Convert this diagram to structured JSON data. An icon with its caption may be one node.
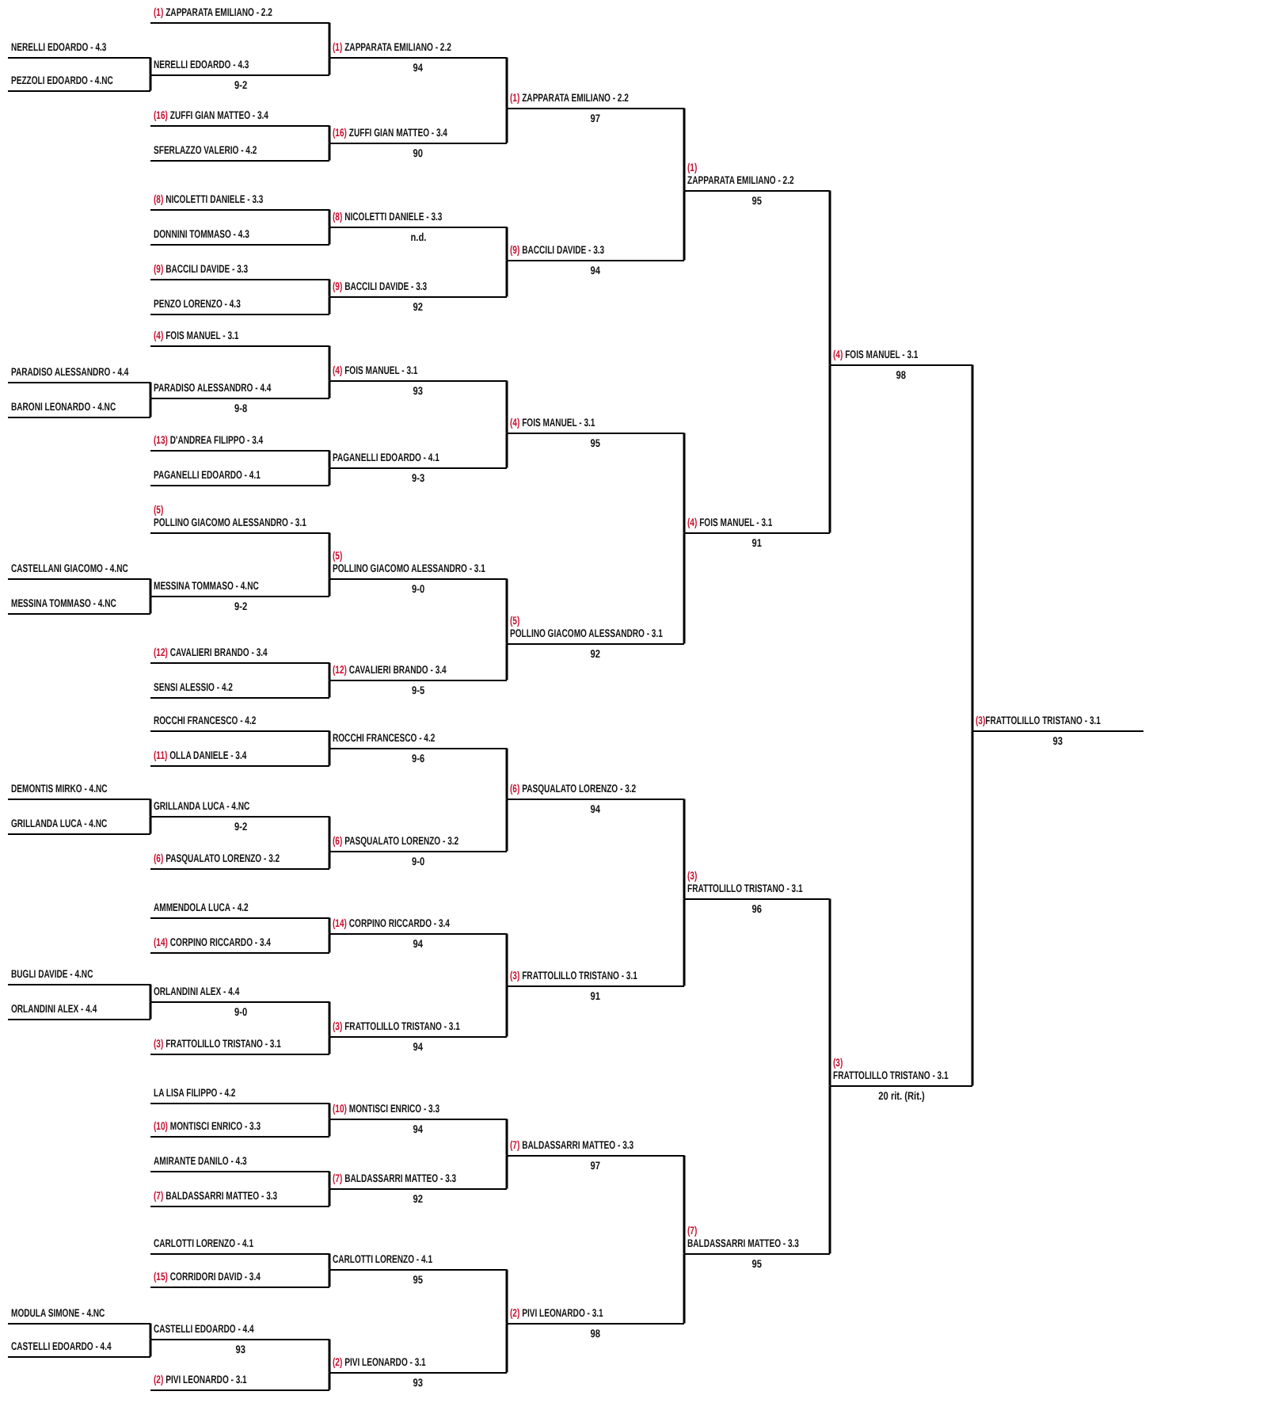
{
  "diagram": {
    "nodes": [
      {
        "text": [
          "NERELLI EDOARDO - 4.3"
        ]
      },
      {
        "text": [
          "PEZZOLI EDOARDO - 4.NC"
        ]
      },
      {
        "text": [
          "PARADISO ALESSANDRO - 4.4"
        ]
      },
      {
        "text": [
          "BARONI LEONARDO - 4.NC"
        ]
      },
      {
        "text": [
          "CASTELLANI GIACOMO - 4.NC"
        ]
      },
      {
        "text": [
          "MESSINA TOMMASO - 4.NC"
        ]
      },
      {
        "text": [
          "DEMONTIS MIRKO - 4.NC"
        ]
      },
      {
        "text": [
          "GRILLANDA LUCA - 4.NC"
        ]
      },
      {
        "text": [
          "BUGLI DAVIDE - 4.NC"
        ]
      },
      {
        "text": [
          "ORLANDINI ALEX - 4.4"
        ]
      },
      {
        "text": [
          "MODULA SIMONE - 4.NC"
        ]
      },
      {
        "text": [
          "CASTELLI EDOARDO - 4.4"
        ]
      },
      {
        "text": [
          "(1)",
          "ZAPPARATA EMILIANO - 2.2"
        ]
      },
      {
        "text": [
          "NERELLI EDOARDO - 4.3"
        ],
        "beside": [
          "9-2"
        ]
      },
      {
        "text": [
          "(16)",
          "ZUFFI GIAN MATTEO - 3.4"
        ]
      },
      {
        "text": [
          "SFERLAZZO VALERIO - 4.2"
        ]
      },
      {
        "text": [
          "(8)",
          "NICOLETTI DANIELE - 3.3"
        ]
      },
      {
        "text": [
          "DONNINI TOMMASO - 4.3"
        ]
      },
      {
        "text": [
          "(9)",
          "BACCILI DAVIDE - 3.3"
        ]
      },
      {
        "text": [
          "PENZO LORENZO - 4.3"
        ]
      },
      {
        "text": [
          "(4)",
          "FOIS MANUEL - 3.1"
        ]
      },
      {
        "text": [
          "PARADISO ALESSANDRO - 4.4"
        ],
        "beside": [
          "9-8"
        ]
      },
      {
        "text": [
          "(13)",
          "D'ANDREA FILIPPO - 3.4"
        ]
      },
      {
        "text": [
          "PAGANELLI EDOARDO - 4.1"
        ]
      },
      {
        "text": [
          "(5)",
          "POLLINO GIACOMO ALESSANDRO - 3.1"
        ]
      },
      {
        "text": [
          "MESSINA TOMMASO - 4.NC"
        ],
        "beside": [
          "9-2"
        ]
      },
      {
        "text": [
          "(12)",
          "CAVALIERI BRANDO - 3.4"
        ]
      },
      {
        "text": [
          "SENSI ALESSIO - 4.2"
        ]
      },
      {
        "text": [
          "ROCCHI FRANCESCO - 4.2"
        ]
      },
      {
        "text": [
          "(11)",
          "OLLA DANIELE - 3.4"
        ]
      },
      {
        "text": [
          "GRILLANDA LUCA - 4.NC"
        ],
        "beside": [
          "9-2"
        ]
      },
      {
        "text": [
          "(6)",
          "PASQUALATO LORENZO - 3.2"
        ]
      },
      {
        "text": [
          "AMMENDOLA LUCA - 4.2"
        ]
      },
      {
        "text": [
          "(14)",
          "CORPINO RICCARDO - 3.4"
        ]
      },
      {
        "text": [
          "ORLANDINI ALEX - 4.4"
        ],
        "beside": [
          "9-0"
        ]
      },
      {
        "text": [
          "(3)",
          "FRATTOLILLO TRISTANO - 3.1"
        ]
      },
      {
        "text": [
          "LA LISA FILIPPO - 4.2"
        ]
      },
      {
        "text": [
          "(10)",
          "MONTISCI ENRICO - 3.3"
        ]
      },
      {
        "text": [
          "AMIRANTE DANILO - 4.3"
        ]
      },
      {
        "text": [
          "(7)",
          "BALDASSARRI MATTEO - 3.3"
        ]
      },
      {
        "text": [
          "CARLOTTI LORENZO - 4.1"
        ]
      },
      {
        "text": [
          "(15)",
          "CORRIDORI DAVID - 3.4"
        ]
      },
      {
        "text": [
          "CASTELLI EDOARDO - 4.4"
        ],
        "beside": [
          "93"
        ]
      },
      {
        "text": [
          "(2)",
          "PIVI LEONARDO - 3.1"
        ]
      },
      {
        "text": [
          "(1)",
          "ZAPPARATA EMILIANO - 2.2"
        ],
        "beside": [
          "94"
        ]
      },
      {
        "text": [
          "(16)",
          "ZUFFI GIAN MATTEO - 3.4"
        ],
        "beside": [
          "90"
        ]
      },
      {
        "text": [
          "(8)",
          "NICOLETTI DANIELE - 3.3"
        ],
        "beside": [
          "n.d."
        ]
      },
      {
        "text": [
          "(9)",
          "BACCILI DAVIDE - 3.3"
        ],
        "beside": [
          "92"
        ]
      },
      {
        "text": [
          "(4)",
          "FOIS MANUEL - 3.1"
        ],
        "beside": [
          "93"
        ]
      },
      {
        "text": [
          "PAGANELLI EDOARDO - 4.1"
        ],
        "beside": [
          "9-3"
        ]
      },
      {
        "text": [
          "(5)",
          "POLLINO GIACOMO ALESSANDRO - 3.1"
        ],
        "beside": [
          "9-0"
        ]
      },
      {
        "text": [
          "(12)",
          "CAVALIERI BRANDO - 3.4"
        ],
        "beside": [
          "9-5"
        ]
      },
      {
        "text": [
          "ROCCHI FRANCESCO - 4.2"
        ],
        "beside": [
          "9-6"
        ]
      },
      {
        "text": [
          "(6)",
          "PASQUALATO LORENZO - 3.2"
        ],
        "beside": [
          "9-0"
        ]
      },
      {
        "text": [
          "(14)",
          "CORPINO RICCARDO - 3.4"
        ],
        "beside": [
          "94"
        ]
      },
      {
        "text": [
          "(3)",
          "FRATTOLILLO TRISTANO - 3.1"
        ],
        "beside": [
          "94"
        ]
      },
      {
        "text": [
          "(10)",
          "MONTISCI ENRICO - 3.3"
        ],
        "beside": [
          "94"
        ]
      },
      {
        "text": [
          "(7)",
          "BALDASSARRI MATTEO - 3.3"
        ],
        "beside": [
          "92"
        ]
      },
      {
        "text": [
          "CARLOTTI LORENZO - 4.1"
        ],
        "beside": [
          "95"
        ]
      },
      {
        "text": [
          "(2)",
          "PIVI LEONARDO - 3.1"
        ],
        "beside": [
          "93"
        ]
      },
      {
        "text": [
          "(1)",
          "ZAPPARATA EMILIANO - 2.2"
        ],
        "beside": [
          "97"
        ]
      },
      {
        "text": [
          "(9)",
          "BACCILI DAVIDE - 3.3"
        ],
        "beside": [
          "94"
        ]
      },
      {
        "text": [
          "(4)",
          "FOIS MANUEL - 3.1"
        ],
        "beside": [
          "95"
        ]
      },
      {
        "text": [
          "(5)",
          "POLLINO GIACOMO ALESSANDRO - 3.1"
        ],
        "beside": [
          "92"
        ]
      },
      {
        "text": [
          "(6)",
          "PASQUALATO LORENZO - 3.2"
        ],
        "beside": [
          "94"
        ]
      },
      {
        "text": [
          "(3)",
          "FRATTOLILLO TRISTANO - 3.1"
        ],
        "beside": [
          "91"
        ]
      },
      {
        "text": [
          "(7)",
          "BALDASSARRI MATTEO - 3.3"
        ],
        "beside": [
          "97"
        ]
      },
      {
        "text": [
          "(2)",
          "PIVI LEONARDO - 3.1"
        ],
        "beside": [
          "98"
        ]
      },
      {
        "text": [
          "(1)",
          "ZAPPARATA EMILIANO - 2.2"
        ],
        "beside": [
          "95"
        ]
      },
      {
        "text": [
          "(4)",
          "FOIS MANUEL - 3.1"
        ],
        "beside": [
          "91"
        ]
      },
      {
        "text": [
          "(3)",
          "FRATTOLILLO TRISTANO - 3.1"
        ],
        "beside": [
          "96"
        ]
      },
      {
        "text": [
          "(7)",
          "BALDASSARRI MATTEO - 3.3"
        ],
        "beside": [
          "95"
        ]
      },
      {
        "text": [
          "(4)",
          "FOIS MANUEL - 3.1"
        ],
        "beside": [
          "98"
        ]
      },
      {
        "text": [
          "(3)",
          "FRATTOLILLO TRISTANO - 3.1"
        ],
        "beside": [
          "20 rit. (Rit.)"
        ]
      },
      {
        "text": [
          "(3)",
          "FRATTOLILLO TRISTANO - 3.1"
        ],
        "beside": [
          "93"
        ]
      }
    ],
    "edges": [
      {
        "from": 0,
        "to": 13,
        "arrow": "none"
      },
      {
        "from": 1,
        "to": 13,
        "arrow": "none"
      },
      {
        "from": 2,
        "to": 21,
        "arrow": "none"
      },
      {
        "from": 3,
        "to": 21,
        "arrow": "none"
      },
      {
        "from": 4,
        "to": 25,
        "arrow": "none"
      },
      {
        "from": 5,
        "to": 25,
        "arrow": "none"
      },
      {
        "from": 6,
        "to": 30,
        "arrow": "none"
      },
      {
        "from": 7,
        "to": 30,
        "arrow": "none"
      },
      {
        "from": 8,
        "to": 34,
        "arrow": "none"
      },
      {
        "from": 9,
        "to": 34,
        "arrow": "none"
      },
      {
        "from": 10,
        "to": 42,
        "arrow": "none"
      },
      {
        "from": 11,
        "to": 42,
        "arrow": "none"
      },
      {
        "from": 12,
        "to": 44,
        "arrow": "none"
      },
      {
        "from": 13,
        "to": 44,
        "arrow": "none"
      },
      {
        "from": 14,
        "to": 45,
        "arrow": "none"
      },
      {
        "from": 15,
        "to": 45,
        "arrow": "none"
      },
      {
        "from": 16,
        "to": 46,
        "arrow": "none"
      },
      {
        "from": 17,
        "to": 46,
        "arrow": "none"
      },
      {
        "from": 18,
        "to": 47,
        "arrow": "none"
      },
      {
        "from": 19,
        "to": 47,
        "arrow": "none"
      },
      {
        "from": 20,
        "to": 48,
        "arrow": "none"
      },
      {
        "from": 21,
        "to": 48,
        "arrow": "none"
      },
      {
        "from": 22,
        "to": 49,
        "arrow": "none"
      },
      {
        "from": 23,
        "to": 49,
        "arrow": "none"
      },
      {
        "from": 24,
        "to": 50,
        "arrow": "none"
      },
      {
        "from": 25,
        "to": 50,
        "arrow": "none"
      },
      {
        "from": 26,
        "to": 51,
        "arrow": "none"
      },
      {
        "from": 27,
        "to": 51,
        "arrow": "none"
      },
      {
        "from": 28,
        "to": 52,
        "arrow": "none"
      },
      {
        "from": 29,
        "to": 52,
        "arrow": "none"
      },
      {
        "from": 30,
        "to": 53,
        "arrow": "none"
      },
      {
        "from": 31,
        "to": 53,
        "arrow": "none"
      },
      {
        "from": 32,
        "to": 54,
        "arrow": "none"
      },
      {
        "from": 33,
        "to": 54,
        "arrow": "none"
      },
      {
        "from": 34,
        "to": 55,
        "arrow": "none"
      },
      {
        "from": 35,
        "to": 55,
        "arrow": "none"
      },
      {
        "from": 36,
        "to": 56,
        "arrow": "none"
      },
      {
        "from": 37,
        "to": 56,
        "arrow": "none"
      },
      {
        "from": 38,
        "to": 57,
        "arrow": "none"
      },
      {
        "from": 39,
        "to": 57,
        "arrow": "none"
      },
      {
        "from": 40,
        "to": 58,
        "arrow": "none"
      },
      {
        "from": 41,
        "to": 58,
        "arrow": "none"
      },
      {
        "from": 42,
        "to": 59,
        "arrow": "none"
      },
      {
        "from": 43,
        "to": 59,
        "arrow": "none"
      },
      {
        "from": 44,
        "to": 60,
        "arrow": "none"
      },
      {
        "from": 45,
        "to": 60,
        "arrow": "none"
      },
      {
        "from": 46,
        "to": 61,
        "arrow": "none"
      },
      {
        "from": 47,
        "to": 61,
        "arrow": "none"
      },
      {
        "from": 48,
        "to": 62,
        "arrow": "none"
      },
      {
        "from": 49,
        "to": 62,
        "arrow": "none"
      },
      {
        "from": 50,
        "to": 63,
        "arrow": "none"
      },
      {
        "from": 51,
        "to": 63,
        "arrow": "none"
      },
      {
        "from": 52,
        "to": 64,
        "arrow": "none"
      },
      {
        "from": 53,
        "to": 64,
        "arrow": "none"
      },
      {
        "from": 54,
        "to": 65,
        "arrow": "none"
      },
      {
        "from": 55,
        "to": 65,
        "arrow": "none"
      },
      {
        "from": 56,
        "to": 66,
        "arrow": "none"
      },
      {
        "from": 57,
        "to": 66,
        "arrow": "none"
      },
      {
        "from": 58,
        "to": 67,
        "arrow": "none"
      },
      {
        "from": 59,
        "to": 67,
        "arrow": "none"
      },
      {
        "from": 60,
        "to": 68,
        "arrow": "none"
      },
      {
        "from": 61,
        "to": 68,
        "arrow": "none"
      },
      {
        "from": 62,
        "to": 69,
        "arrow": "none"
      },
      {
        "from": 63,
        "to": 69,
        "arrow": "none"
      },
      {
        "from": 64,
        "to": 70,
        "arrow": "none"
      },
      {
        "from": 65,
        "to": 70,
        "arrow": "none"
      },
      {
        "from": 66,
        "to": 71,
        "arrow": "none"
      },
      {
        "from": 67,
        "to": 71,
        "arrow": "none"
      },
      {
        "from": 68,
        "to": 72,
        "arrow": "none"
      },
      {
        "from": 69,
        "to": 72,
        "arrow": "none"
      },
      {
        "from": 70,
        "to": 73,
        "arrow": "none"
      },
      {
        "from": 71,
        "to": 73,
        "arrow": "none"
      },
      {
        "from": 72,
        "to": 74,
        "arrow": "none"
      },
      {
        "from": 73,
        "to": 74,
        "arrow": "none"
      }
    ]
  }
}
